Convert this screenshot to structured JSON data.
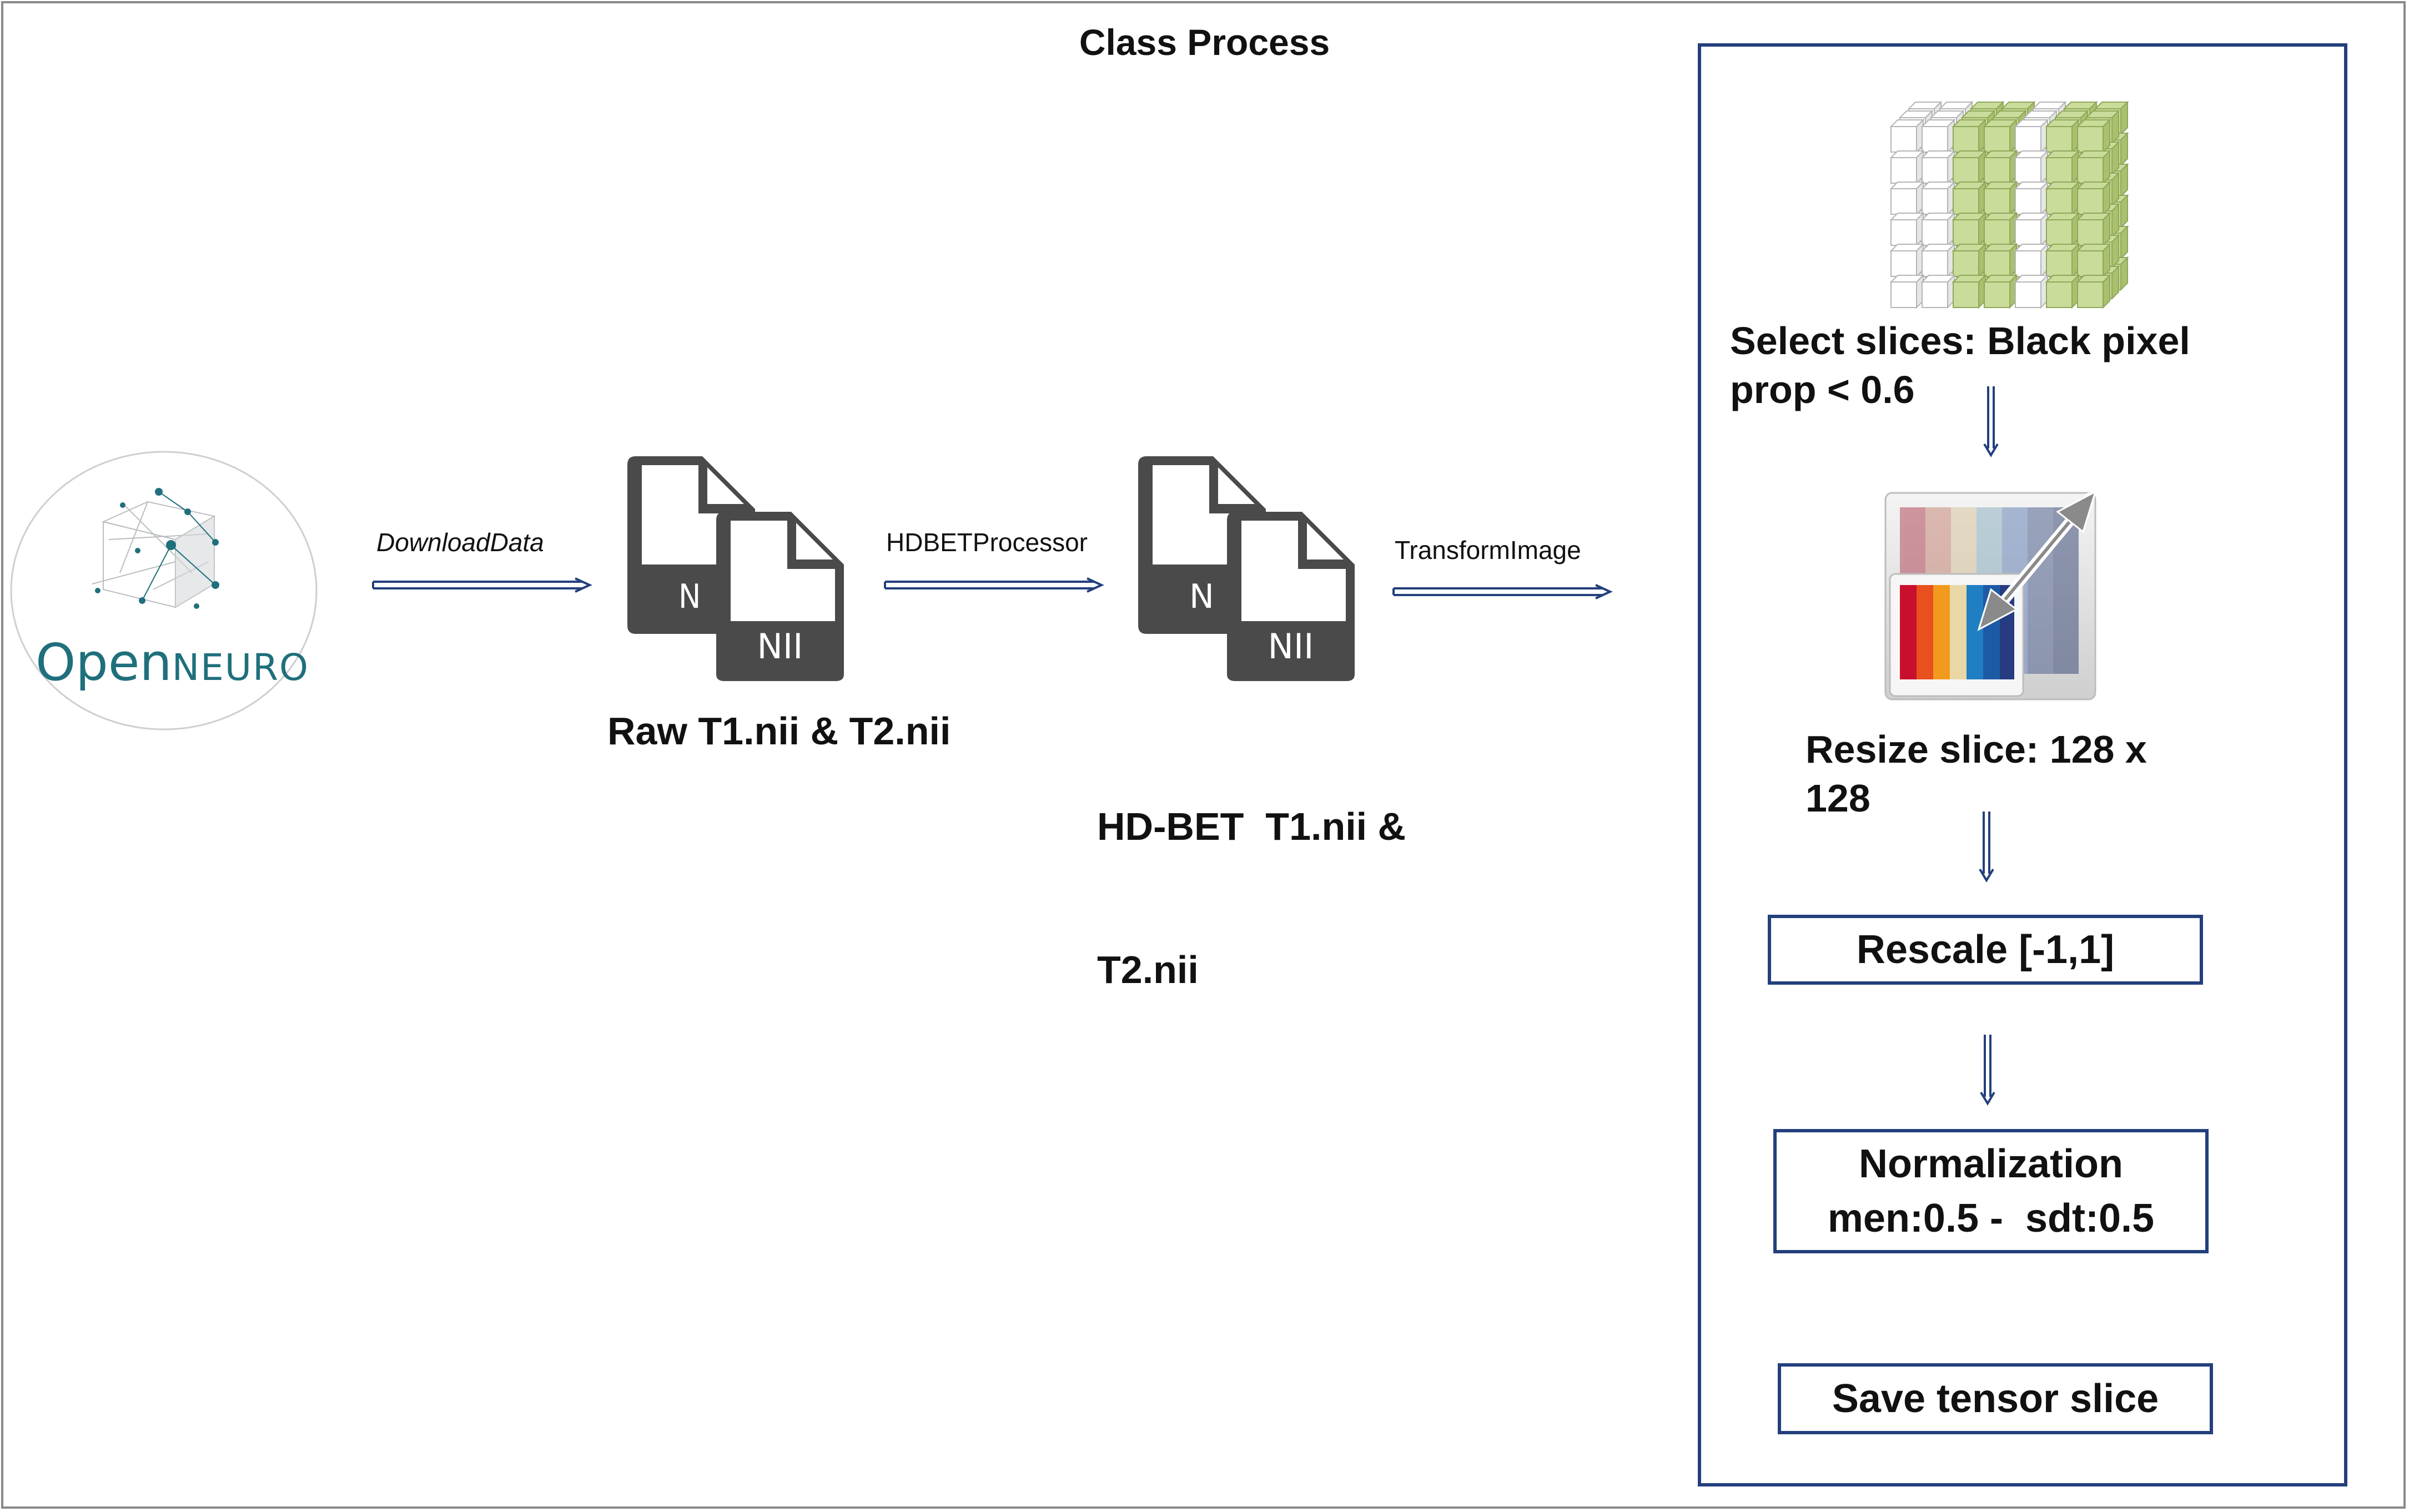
{
  "title": "Class Process",
  "source": {
    "logo_text_open": "Open",
    "logo_text_neuro": "NEURO"
  },
  "edges": {
    "download": "DownloadData",
    "hdbet": "HDBETProcessor",
    "transform": "TransformImage"
  },
  "nodes": {
    "raw": {
      "label": "Raw T1.nii & T2.nii",
      "file_badge": "NII",
      "back_badge": "N"
    },
    "hdbet": {
      "label_line1": "HD-BET  T1.nii &",
      "label_line2": "T2.nii",
      "file_badge": "NII",
      "back_badge": "N"
    }
  },
  "pipeline": {
    "select_line1": "Select slices: Black pixel",
    "select_line2": "prop < 0.6",
    "resize_line1": "Resize slice: 128 x",
    "resize_line2": "128",
    "rescale": "Rescale [-1,1]",
    "normalize_line1": "Normalization",
    "normalize_line2": "men:0.5 -  sdt:0.5",
    "save": "Save tensor slice"
  },
  "colors": {
    "accent": "#233f7c",
    "file_icon": "#4a4a4a",
    "logo_teal": "#1f6f7c",
    "cube_green": "#c9dc9a"
  }
}
